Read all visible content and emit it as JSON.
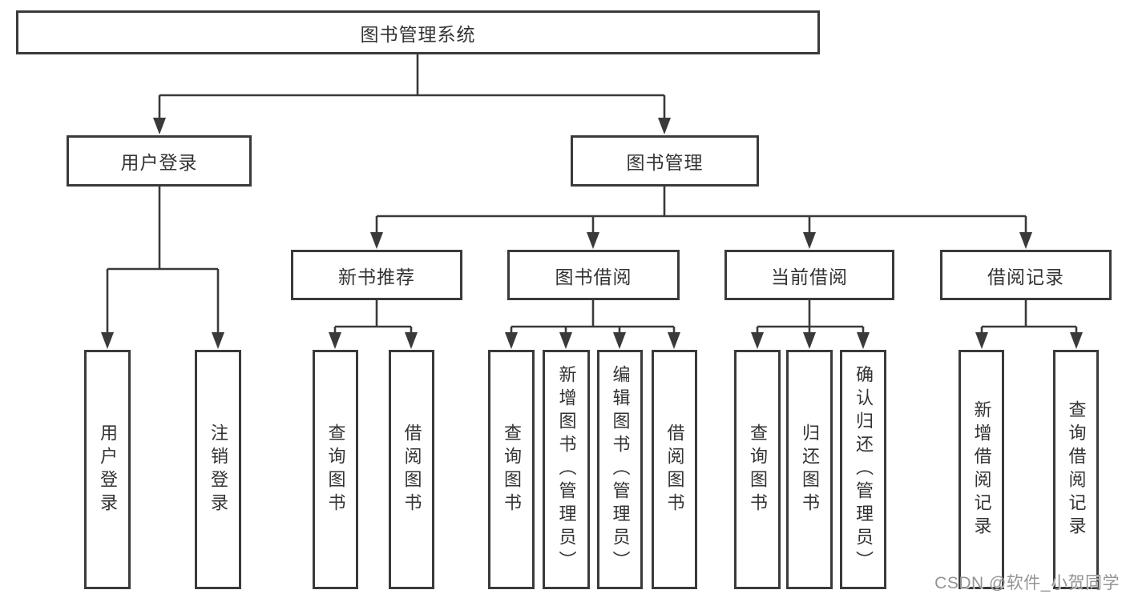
{
  "palette": {
    "background": "#ffffff",
    "line_color": "#3a3a3a",
    "box_border_color": "#3a3a3a",
    "text_color": "#333333",
    "watermark_color": "#949494"
  },
  "tree": {
    "label": "图书管理系统",
    "children": [
      {
        "label": "用户登录",
        "children": [
          {
            "label": "用户登录"
          },
          {
            "label": "注销登录"
          }
        ]
      },
      {
        "label": "图书管理",
        "children": [
          {
            "label": "新书推荐",
            "children": [
              {
                "label": "查询图书"
              },
              {
                "label": "借阅图书"
              }
            ]
          },
          {
            "label": "图书借阅",
            "children": [
              {
                "label": "查询图书"
              },
              {
                "label": "新增图书（管理员）"
              },
              {
                "label": "编辑图书（管理员）"
              },
              {
                "label": "借阅图书"
              }
            ]
          },
          {
            "label": "当前借阅",
            "children": [
              {
                "label": "查询图书"
              },
              {
                "label": "归还图书"
              },
              {
                "label": "确认归还（管理员）"
              }
            ]
          },
          {
            "label": "借阅记录",
            "children": [
              {
                "label": "新增借阅记录"
              },
              {
                "label": "查询借阅记录"
              }
            ]
          }
        ]
      }
    ]
  },
  "watermark": {
    "text": "CSDN @软件_小贺同学"
  }
}
